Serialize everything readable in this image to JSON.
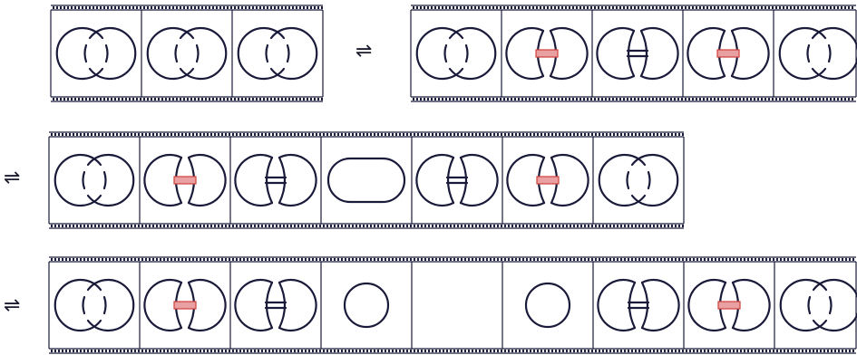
{
  "symbols": {
    "equivalence": "⇌"
  },
  "frame_types": [
    "two-loops",
    "band",
    "band-open",
    "merged",
    "circle",
    "empty"
  ],
  "colors": {
    "stroke": "#1a1a3a",
    "band": "#e8a0a0",
    "band_edge": "#d04040"
  },
  "strips": [
    {
      "frames": [
        "two-loops",
        "two-loops",
        "two-loops"
      ]
    },
    {
      "frames": [
        "two-loops",
        "band",
        "band-open",
        "band",
        "two-loops"
      ]
    },
    {
      "frames": [
        "two-loops",
        "band",
        "band-open",
        "merged",
        "band-open",
        "band",
        "two-loops"
      ]
    },
    {
      "frames": [
        "two-loops",
        "band",
        "band-open",
        "circle",
        "empty",
        "circle",
        "band-open",
        "band",
        "two-loops"
      ]
    }
  ]
}
